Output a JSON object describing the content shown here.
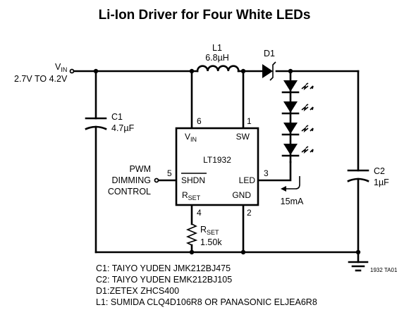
{
  "title": "Li-Ion Driver for Four White LEDs",
  "vin": {
    "label": "V",
    "sub": "IN",
    "range": "2.7V TO 4.2V"
  },
  "inductor": {
    "ref": "L1",
    "value": "6.8µH"
  },
  "diode": {
    "ref": "D1"
  },
  "c1": {
    "ref": "C1",
    "value": "4.7µF"
  },
  "c2": {
    "ref": "C2",
    "value": "1µF"
  },
  "ic": {
    "name": "LT1932",
    "vin_pin": "V",
    "vin_sub": "IN",
    "sw_pin": "SW",
    "shdn_pin": "SHDN",
    "led_pin": "LED",
    "rset_pin": "R",
    "rset_sub": "SET",
    "gnd_pin": "GND"
  },
  "pin_numbers": {
    "vin": "6",
    "sw": "1",
    "shdn": "5",
    "led": "3",
    "rset": "4",
    "gnd": "2"
  },
  "pwm": {
    "line1": "PWM",
    "line2": "DIMMING",
    "line3": "CONTROL"
  },
  "rset": {
    "label": "R",
    "sub": "SET",
    "value": "1.50k"
  },
  "current": "15mA",
  "figure_code": "1932 TA01",
  "notes": [
    "C1: TAIYO YUDEN JMK212BJ475",
    "C2: TAIYO YUDEN EMK212BJ105",
    "D1:ZETEX ZHCS400",
    "L1: SUMIDA CLQ4D106R8 OR PANASONIC ELJEA6R8"
  ]
}
